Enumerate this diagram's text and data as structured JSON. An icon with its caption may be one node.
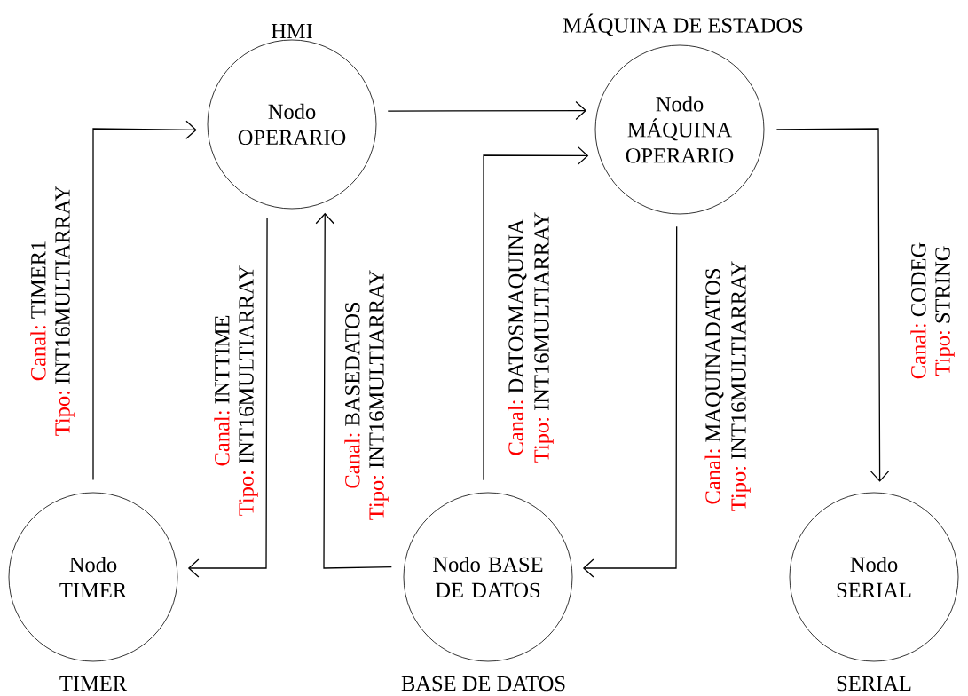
{
  "diagram": {
    "nodes": [
      {
        "text": [
          "Nodo OPERARIO"
        ],
        "beside": [
          "HMI"
        ]
      },
      {
        "text": [
          "Nodo MÁQUINA OPERARIO"
        ],
        "beside": [
          "MÁQUINA DE ESTADOS"
        ]
      },
      {
        "text": [
          "Nodo TIMER"
        ],
        "beside": [
          "TIMER"
        ]
      },
      {
        "text": [
          "Nodo BASE DE DATOS"
        ],
        "beside": [
          "BASE DE DATOS"
        ]
      },
      {
        "text": [
          "Nodo SERIAL"
        ],
        "beside": [
          "SERIAL"
        ]
      }
    ],
    "edges": [
      {
        "from": 2,
        "to": 0,
        "arrow": "to",
        "label": "TIMER1"
      },
      {
        "from": 0,
        "to": 2,
        "arrow": "to",
        "label": "INTTIME"
      },
      {
        "from": 3,
        "to": 0,
        "arrow": "to",
        "label": "BASEDATOS"
      },
      {
        "from": 3,
        "to": 1,
        "arrow": "to",
        "label": "DATOSMAQUINA"
      },
      {
        "from": 1,
        "to": 3,
        "arrow": "to",
        "label": "MAQUINADATOS"
      },
      {
        "from": 0,
        "to": 1,
        "arrow": "to"
      },
      {
        "from": 1,
        "to": 4,
        "arrow": "to",
        "label": "CODEG"
      }
    ],
    "labels": [
      "Canal:",
      "Tipo:",
      "INT16MULTIARRAY",
      "Canal:",
      "Tipo:",
      "INT16MULTIARRAY",
      "Canal:",
      "Tipo:",
      "INT16MULTIARRAY",
      "Canal:",
      "Tipo:",
      "INT16MULTIARRAY",
      "Canal:",
      "Tipo:",
      "INT16MULTIARRAY",
      "Canal:",
      "Tipo:",
      "STRING"
    ]
  }
}
